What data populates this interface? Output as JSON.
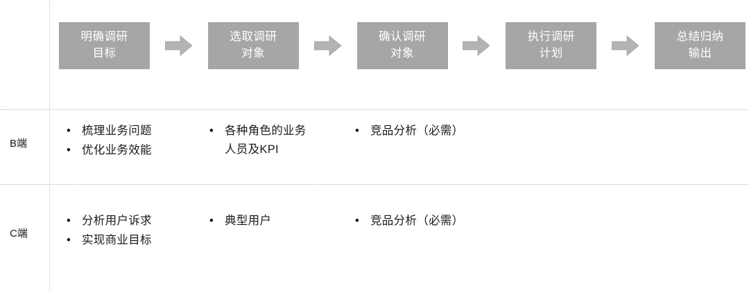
{
  "diagram": {
    "title_present": false,
    "colors": {
      "box_fill": "#a6a6a6",
      "box_text": "#ffffff",
      "arrow_fill": "#b3b3b3",
      "arrow_stroke": "#a0a0a0",
      "divider": "#b9b9b9",
      "body_text": "#1a1a1a",
      "background": "#ffffff"
    },
    "flow": {
      "arrow_glyph": "right-arrow",
      "steps": [
        {
          "line1": "明确调研",
          "line2": "目标"
        },
        {
          "line1": "选取调研",
          "line2": "对象"
        },
        {
          "line1": "确认调研",
          "line2": "对象"
        },
        {
          "line1": "执行调研",
          "line2": "计划"
        },
        {
          "line1": "总结归纳",
          "line2": "输出"
        }
      ]
    },
    "rows": [
      {
        "label": "B端",
        "columns": [
          {
            "items": [
              "梳理业务问题",
              "优化业务效能"
            ]
          },
          {
            "items": [
              "各种角色的业务\n人员及KPI"
            ]
          },
          {
            "items": [
              "竞品分析（必需）"
            ]
          }
        ]
      },
      {
        "label": "C端",
        "columns": [
          {
            "items": [
              "分析用户诉求",
              "实现商业目标"
            ]
          },
          {
            "items": [
              "典型用户"
            ]
          },
          {
            "items": [
              "竞品分析（必需）"
            ]
          }
        ]
      }
    ],
    "bullet_char": "•"
  }
}
